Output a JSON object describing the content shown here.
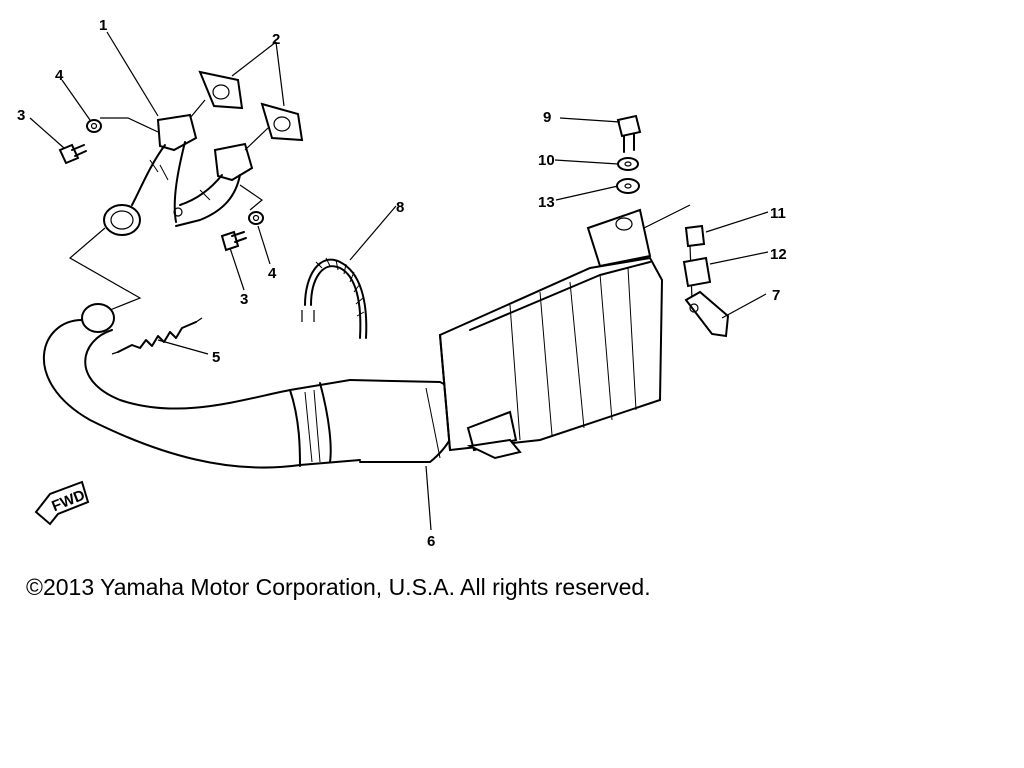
{
  "diagram": {
    "callouts": [
      "1",
      "2",
      "3",
      "4",
      "3",
      "4",
      "5",
      "6",
      "7",
      "8",
      "9",
      "10",
      "13",
      "11",
      "12"
    ],
    "fwd_label": "FWD"
  },
  "footer": {
    "copyright": "©2013 Yamaha Motor Corporation, U.S.A. All rights reserved."
  }
}
